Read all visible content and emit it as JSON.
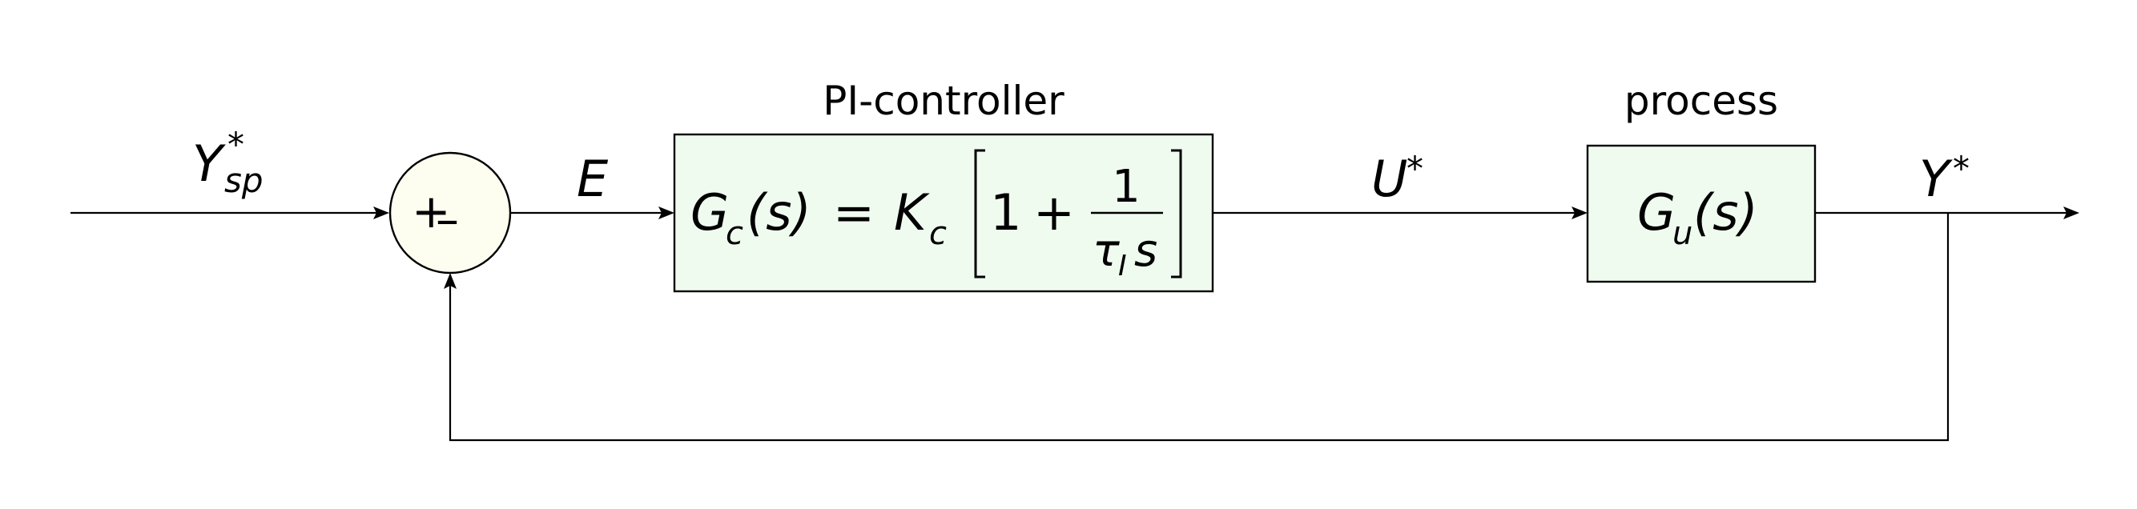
{
  "blocks": {
    "controller": {
      "title": "PI-controller",
      "gc": "G",
      "gc_sub": "c",
      "s_arg": "(s)",
      "equals": "=",
      "kc": "K",
      "kc_sub": "c",
      "bracket_open": "[",
      "one": "1",
      "plus": "+",
      "numerator": "1",
      "tau": "τ",
      "tau_sub": "I",
      "s_var": "s",
      "bracket_close": "]"
    },
    "process": {
      "title": "process",
      "gu": "G",
      "gu_sub": "u",
      "s_arg": "(s)"
    }
  },
  "summing_junction": {
    "plus": "+",
    "minus": "–"
  },
  "signals": {
    "setpoint": {
      "main": "Y",
      "sup": "*",
      "sub": "sp"
    },
    "error": {
      "main": "E"
    },
    "control": {
      "main": "U",
      "sup": "*"
    },
    "output": {
      "main": "Y",
      "sup": "*"
    }
  }
}
